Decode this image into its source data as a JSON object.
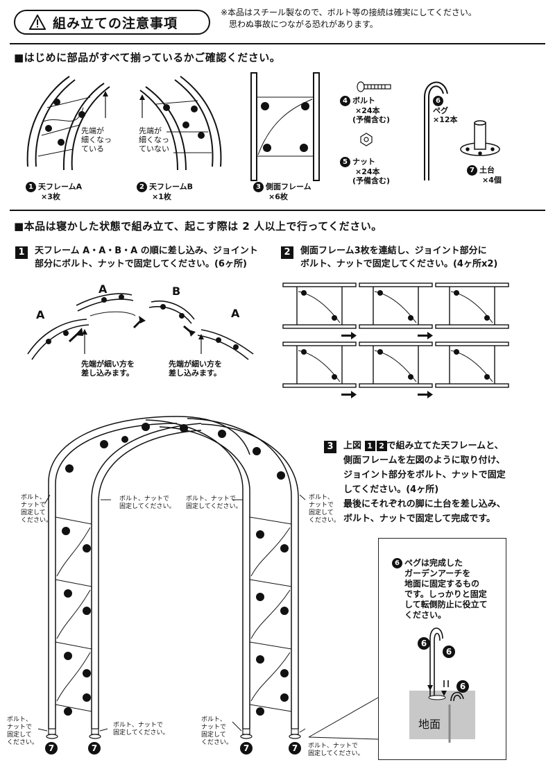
{
  "header": {
    "title": "組み立ての注意事項",
    "warning_icon": "warning-triangle-icon",
    "note_line1": "※本品はスチール製なので、ボルト等の接続は確実にしてください。",
    "note_line2": "思わぬ事故につながる恐れがあります。"
  },
  "parts_section": {
    "heading": "■はじめに部品がすべて揃っているかご確認ください。",
    "callout_a_1": "先端が",
    "callout_a_2": "細くなっ",
    "callout_a_3": "ている",
    "callout_b_1": "先端が",
    "callout_b_2": "細くなっ",
    "callout_b_3": "ていない",
    "parts": [
      {
        "num": "1",
        "name": "天フレームA",
        "qty": "×3枚"
      },
      {
        "num": "2",
        "name": "天フレームB",
        "qty": "×1枚"
      },
      {
        "num": "3",
        "name": "側面フレーム",
        "qty": "×6枚"
      },
      {
        "num": "4",
        "name": "ボルト",
        "qty": "×24本",
        "extra": "(予備含む)"
      },
      {
        "num": "5",
        "name": "ナット",
        "qty": "×24本",
        "extra": "(予備含む)"
      },
      {
        "num": "6",
        "name": "ペグ",
        "qty": "×12本"
      },
      {
        "num": "7",
        "name": "土台",
        "qty": "×4個"
      }
    ]
  },
  "assembly_section": {
    "heading": "■本品は寝かした状態で組み立て、起こす際は 2 人以上で行ってください。",
    "step1": {
      "num": "1",
      "line1": "天フレーム A・A・B・A の順に差し込み、ジョイント",
      "line2": "部分にボルト、ナットで固定してください。(6ヶ所)",
      "label_a": "A",
      "label_b": "B",
      "tip1_1": "先端が細い方を",
      "tip1_2": "差し込みます。",
      "tip2_1": "先端が細い方を",
      "tip2_2": "差し込みます。"
    },
    "step2": {
      "num": "2",
      "line1": "側面フレーム3枚を連結し、ジョイント部分に",
      "line2": "ボルト、ナットで固定してください。(4ヶ所x2)"
    },
    "step3": {
      "num": "3",
      "ref1": "1",
      "ref2": "2",
      "line1_pre": "上図",
      "line1_post": "で組み立てた天フレームと、",
      "line2": "側面フレームを左図のように取り付け、",
      "line3": "ジョイント部分をボルト、ナットで固定",
      "line4": "してください。(4ヶ所)",
      "line5": "最後にそれぞれの脚に土台を差し込み、",
      "line6": "ボルト、ナットで固定して完成です。"
    },
    "callouts": {
      "bolt_3line": [
        "ボルト、",
        "ナットで",
        "固定して",
        "ください。"
      ],
      "bolt_2line": [
        "ボルト、ナットで",
        "固定してください。"
      ]
    },
    "peg_note": {
      "num": "6",
      "line1": "ペグは完成した",
      "line2": "ガーデンアーチを",
      "line3": "地面に固定するもの",
      "line4": "です。しっかりと固定",
      "line5": "して転倒防止に役立て",
      "line6": "ください。",
      "ground": "地面"
    },
    "base_num": "7"
  }
}
